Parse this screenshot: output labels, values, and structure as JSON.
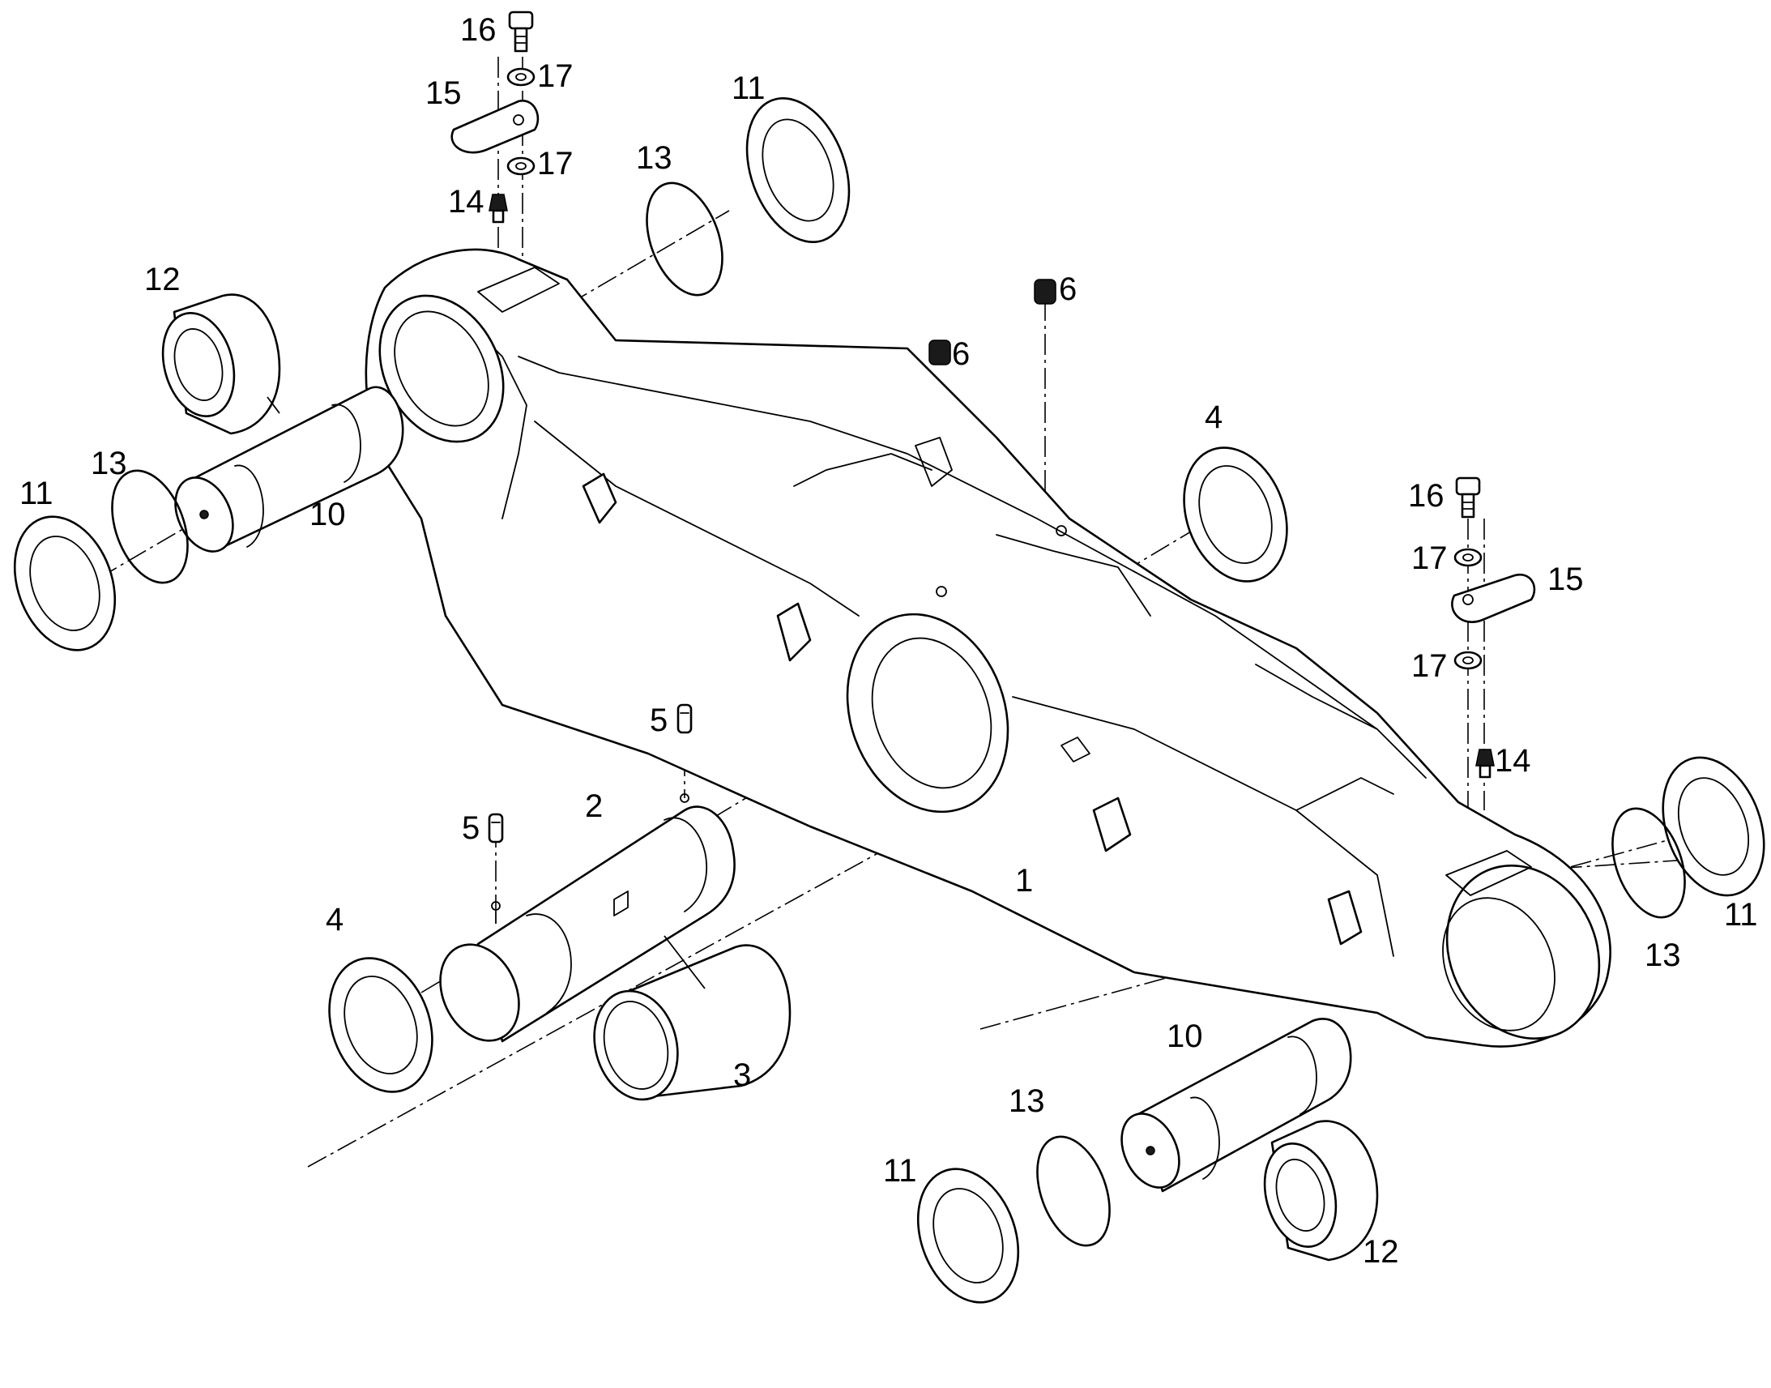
{
  "callouts": {
    "c1": "1",
    "c2": "2",
    "c3": "3",
    "c4a": "4",
    "c4b": "4",
    "c5a": "5",
    "c5b": "5",
    "c6a": "6",
    "c6b": "6",
    "c10a": "10",
    "c10b": "10",
    "c11a": "11",
    "c11b": "11",
    "c11c": "11",
    "c11d": "11",
    "c12a": "12",
    "c12b": "12",
    "c13a": "13",
    "c13b": "13",
    "c13c": "13",
    "c13d": "13",
    "c14a": "14",
    "c14b": "14",
    "c15a": "15",
    "c15b": "15",
    "c16a": "16",
    "c16b": "16",
    "c17a": "17",
    "c17b": "17",
    "c17c": "17",
    "c17d": "17"
  },
  "colors": {
    "line": "#000000",
    "background": "#ffffff"
  }
}
